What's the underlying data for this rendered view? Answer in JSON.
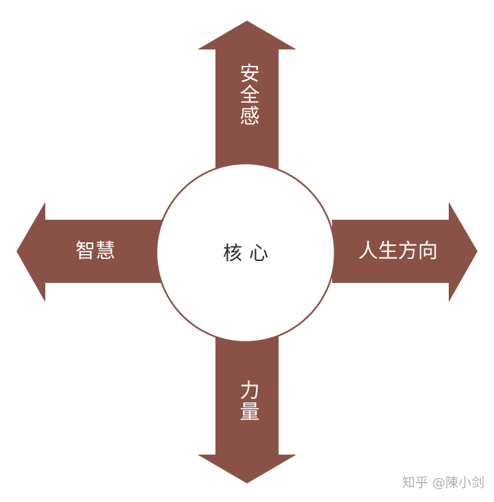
{
  "diagram": {
    "center": {
      "label": "核心"
    },
    "arrows": {
      "up": {
        "label": "安全感"
      },
      "down": {
        "label": "力量"
      },
      "left": {
        "label": "智慧"
      },
      "right": {
        "label": "人生方向"
      }
    }
  },
  "colors": {
    "arrow_fill": "#8a5246",
    "circle_stroke": "#8a5246",
    "circle_fill": "#ffffff",
    "label_color": "#ffffff"
  },
  "watermark": {
    "text": "知乎 @陳小剑"
  }
}
